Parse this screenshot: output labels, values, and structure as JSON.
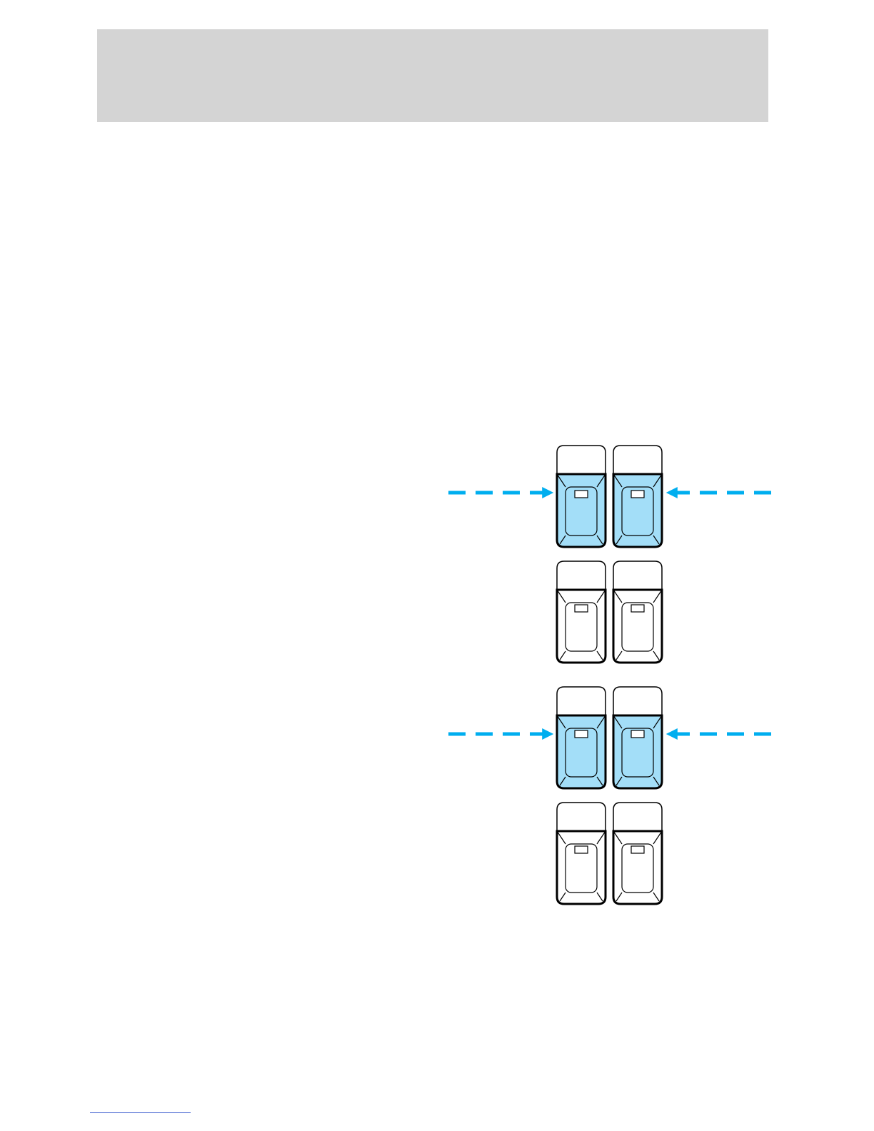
{
  "page": {
    "header_band_color": "#d4d4d4",
    "footer_rule_color": "#3355cc"
  },
  "illustration": {
    "description_icon": "door-lock-switch-panel-icon",
    "switch_groups": [
      {
        "name": "upper-group",
        "rows": [
          {
            "state": "pressed",
            "highlight_color": "#a3def8"
          },
          {
            "state": "released",
            "highlight_color": "#ffffff"
          }
        ],
        "arrows": [
          "arrow-from-left",
          "arrow-from-right"
        ]
      },
      {
        "name": "lower-group",
        "rows": [
          {
            "state": "pressed",
            "highlight_color": "#a3def8"
          },
          {
            "state": "released",
            "highlight_color": "#ffffff"
          }
        ],
        "arrows": [
          "arrow-from-left",
          "arrow-from-right"
        ]
      }
    ],
    "arrow_color": "#00aeef",
    "outline_color": "#000000"
  }
}
